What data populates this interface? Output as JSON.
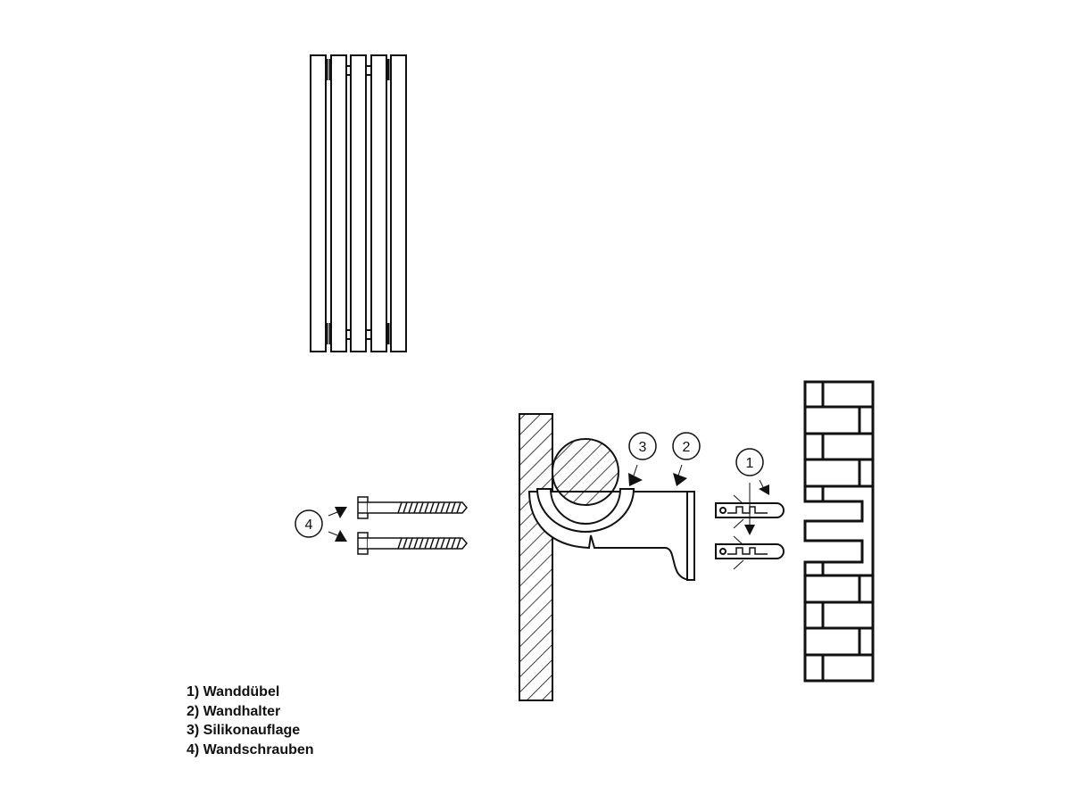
{
  "diagram": {
    "title": "Radiator wall mounting diagram",
    "colors": {
      "stroke": "#111111",
      "background": "#ffffff"
    },
    "callouts": [
      {
        "id": "1",
        "label": "1",
        "target": "wall-plug"
      },
      {
        "id": "2",
        "label": "2",
        "target": "wall-bracket"
      },
      {
        "id": "3",
        "label": "3",
        "target": "silicone-pad"
      },
      {
        "id": "4",
        "label": "4",
        "target": "wall-screws"
      }
    ],
    "radiator": {
      "columns": 5
    }
  },
  "legend": {
    "items": [
      {
        "text": "1) Wanddübel"
      },
      {
        "text": "2) Wandhalter"
      },
      {
        "text": "3) Silikonauflage"
      },
      {
        "text": "4) Wandschrauben"
      }
    ]
  }
}
